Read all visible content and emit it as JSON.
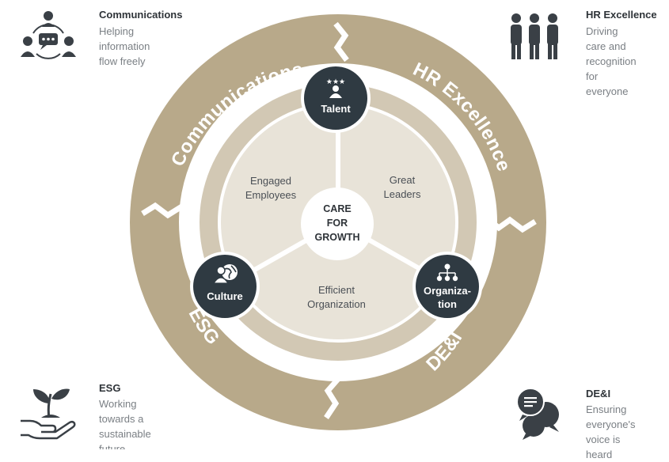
{
  "corners": {
    "communications": {
      "title": "Communications",
      "description": "Helping\ninformation\nflow freely",
      "icon": "people-chat-icon"
    },
    "hr_excellence": {
      "title": "HR Excellence",
      "description": "Driving care and\nrecognition for\neveryone",
      "icon": "people-group-icon"
    },
    "esg": {
      "title": "ESG",
      "description": "Working\ntowards a\nsustainable\nfuture",
      "icon": "hand-plant-icon"
    },
    "dei": {
      "title": "DE&I",
      "description": "Ensuring\neveryone's\nvoice is heard",
      "icon": "speech-bubbles-icon"
    }
  },
  "outer_ring": {
    "communications": "Communications",
    "hr_excellence": "HR Excellence",
    "esg": "ESG",
    "dei": "DE&I"
  },
  "nodes": {
    "talent": "Talent",
    "culture": "Culture",
    "organization_line1": "Organiza-",
    "organization_line2": "tion"
  },
  "sectors": {
    "top_left_line1": "Engaged",
    "top_left_line2": "Employees",
    "top_right_line1": "Great",
    "top_right_line2": "Leaders",
    "bottom_line1": "Efficient",
    "bottom_line2": "Organization"
  },
  "center": {
    "line1": "CARE",
    "line2": "FOR",
    "line3": "GROWTH"
  },
  "colors": {
    "outer_ring": "#b8a98a",
    "middle_ring": "#d2c8b4",
    "inner_disc": "#e8e3d8",
    "node": "#2f3a42",
    "icon": "#3a4046",
    "white": "#ffffff"
  }
}
